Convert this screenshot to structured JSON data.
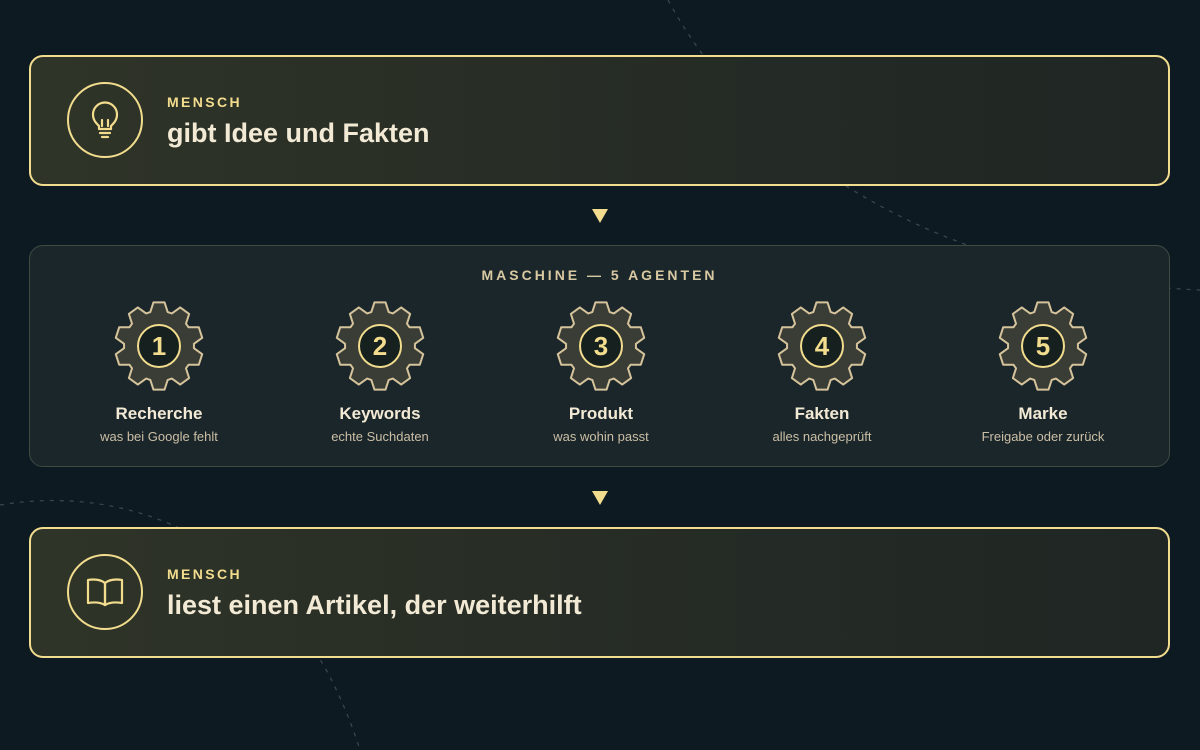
{
  "colors": {
    "background": "#0d1a21",
    "accent": "#f2dc8d",
    "card_fill": "#252b25",
    "machine_fill": "#1b262a",
    "text": "#f3ead6",
    "muted_text": "#cbbfa6"
  },
  "top_step": {
    "icon": "lightbulb-icon",
    "kicker": "MENSCH",
    "title": "gibt Idee und Fakten"
  },
  "machine": {
    "title": "MASCHINE — 5 AGENTEN",
    "agents": [
      {
        "number": "1",
        "name": "Recherche",
        "description": "was bei Google fehlt",
        "icon": "gear-icon"
      },
      {
        "number": "2",
        "name": "Keywords",
        "description": "echte Suchdaten",
        "icon": "gear-icon"
      },
      {
        "number": "3",
        "name": "Produkt",
        "description": "was wohin passt",
        "icon": "gear-icon"
      },
      {
        "number": "4",
        "name": "Fakten",
        "description": "alles nachgeprüft",
        "icon": "gear-icon"
      },
      {
        "number": "5",
        "name": "Marke",
        "description": "Freigabe oder zurück",
        "icon": "gear-icon"
      }
    ]
  },
  "bottom_step": {
    "icon": "open-book-icon",
    "kicker": "MENSCH",
    "title": "liest einen Artikel, der weiterhilft"
  },
  "arrows": {
    "icon": "arrow-down-icon"
  }
}
